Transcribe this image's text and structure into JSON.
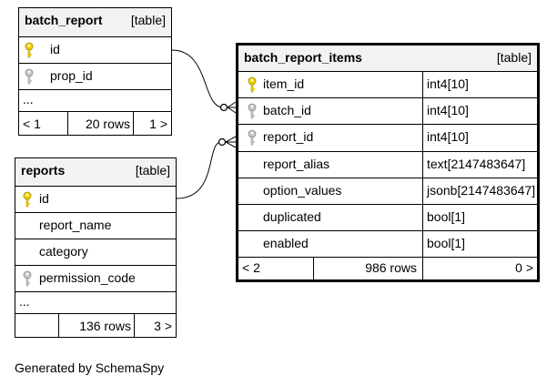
{
  "tables": {
    "batch_report": {
      "name": "batch_report",
      "kind": "[table]",
      "columns": [
        "id",
        "prop_id"
      ],
      "more": "...",
      "footer": {
        "left": "< 1",
        "rows": "20 rows",
        "right": "1 >"
      }
    },
    "reports": {
      "name": "reports",
      "kind": "[table]",
      "columns": [
        "id",
        "report_name",
        "category",
        "permission_code"
      ],
      "more": "...",
      "footer": {
        "left": "",
        "rows": "136 rows",
        "right": "3 >"
      }
    },
    "batch_report_items": {
      "name": "batch_report_items",
      "kind": "[table]",
      "columns": [
        {
          "name": "item_id",
          "type": "int4[10]"
        },
        {
          "name": "batch_id",
          "type": "int4[10]"
        },
        {
          "name": "report_id",
          "type": "int4[10]"
        },
        {
          "name": "report_alias",
          "type": "text[2147483647]"
        },
        {
          "name": "option_values",
          "type": "jsonb[2147483647]"
        },
        {
          "name": "duplicated",
          "type": "bool[1]"
        },
        {
          "name": "enabled",
          "type": "bool[1]"
        }
      ],
      "footer": {
        "left": "< 2",
        "rows": "986 rows",
        "right": "0 >"
      }
    }
  },
  "icons": {
    "primary_key": "gold-key-icon",
    "foreign_key": "gray-key-icon"
  },
  "colors": {
    "primary_key": "#f2d400",
    "foreign_key": "#b0b0b0",
    "header": "#f2f2f2"
  },
  "generated_by": "Generated by SchemaSpy"
}
